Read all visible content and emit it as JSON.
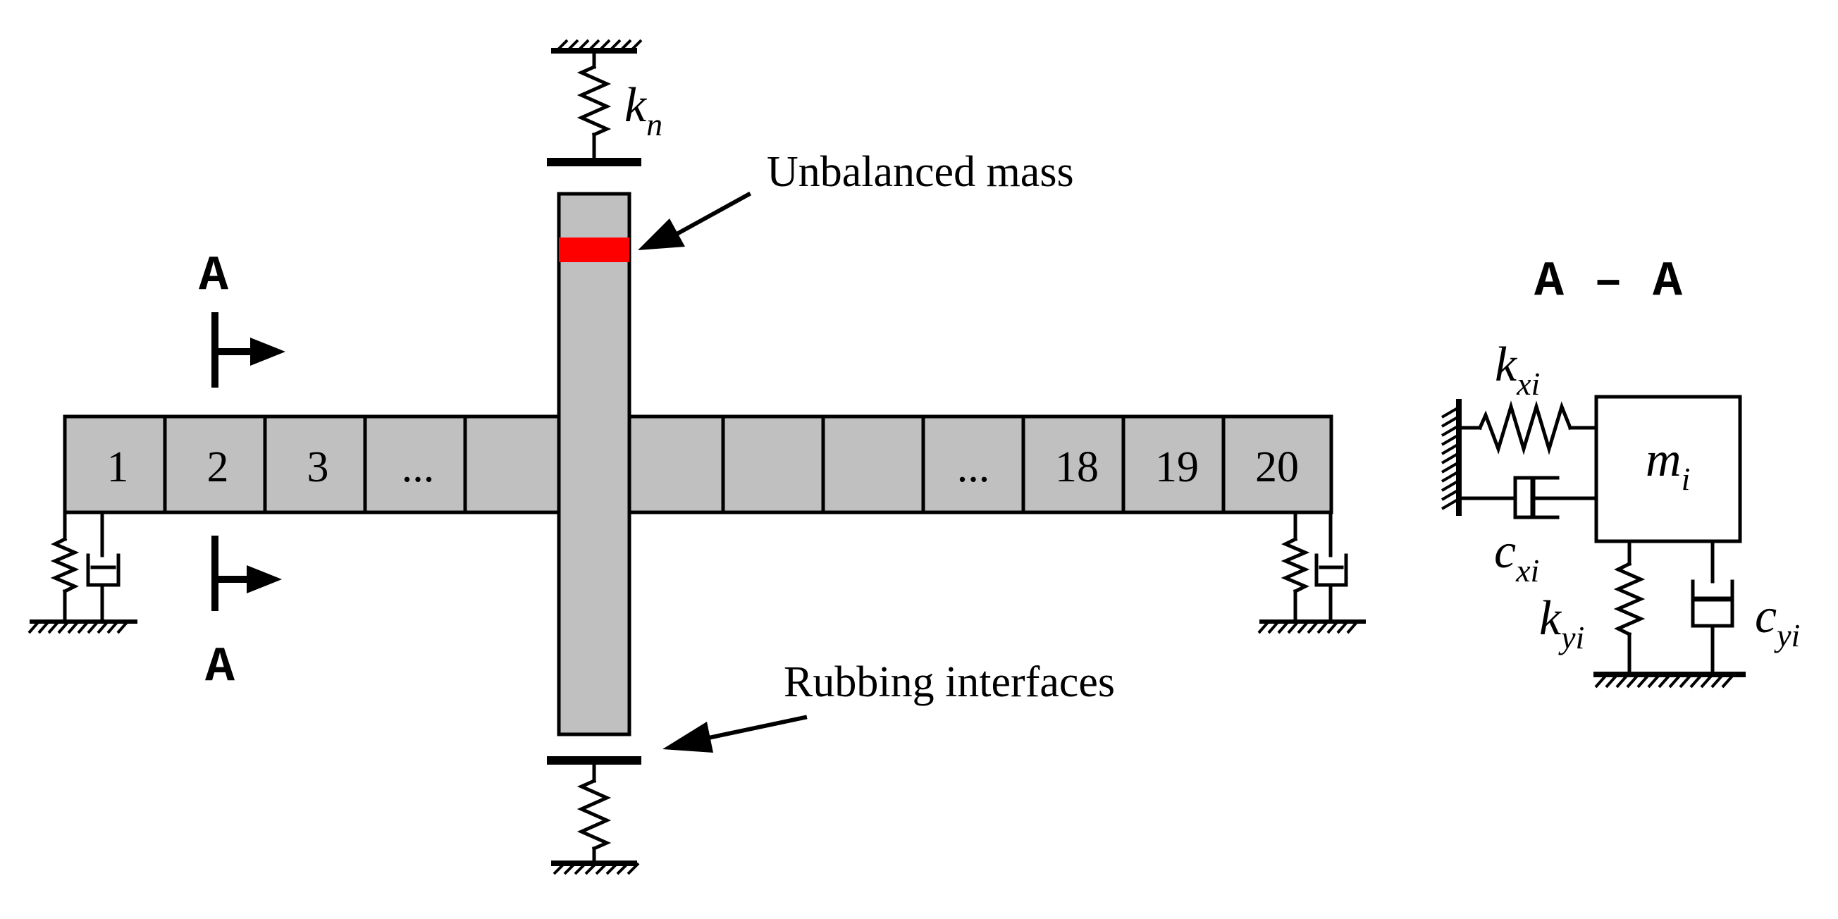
{
  "segments": {
    "left": [
      "1",
      "2",
      "3",
      "...",
      ""
    ],
    "right": [
      "",
      "",
      "",
      "...",
      "18",
      "19",
      "20"
    ]
  },
  "labels": {
    "unbalanced_mass": "Unbalanced mass",
    "rubbing_interfaces": "Rubbing interfaces",
    "section_mark": "A",
    "section_title": "A – A"
  },
  "symbols": {
    "kn": {
      "base": "k",
      "sub": "n"
    },
    "kxi": {
      "base": "k",
      "sub": "xi"
    },
    "cxi": {
      "base": "c",
      "sub": "xi"
    },
    "kyi": {
      "base": "k",
      "sub": "yi"
    },
    "cyi": {
      "base": "c",
      "sub": "yi"
    },
    "mi": {
      "base": "m",
      "sub": "i"
    }
  },
  "colors": {
    "shaft_fill": "#c0c0c0",
    "unbalanced_mass": "#ff0000",
    "line": "#000000"
  }
}
